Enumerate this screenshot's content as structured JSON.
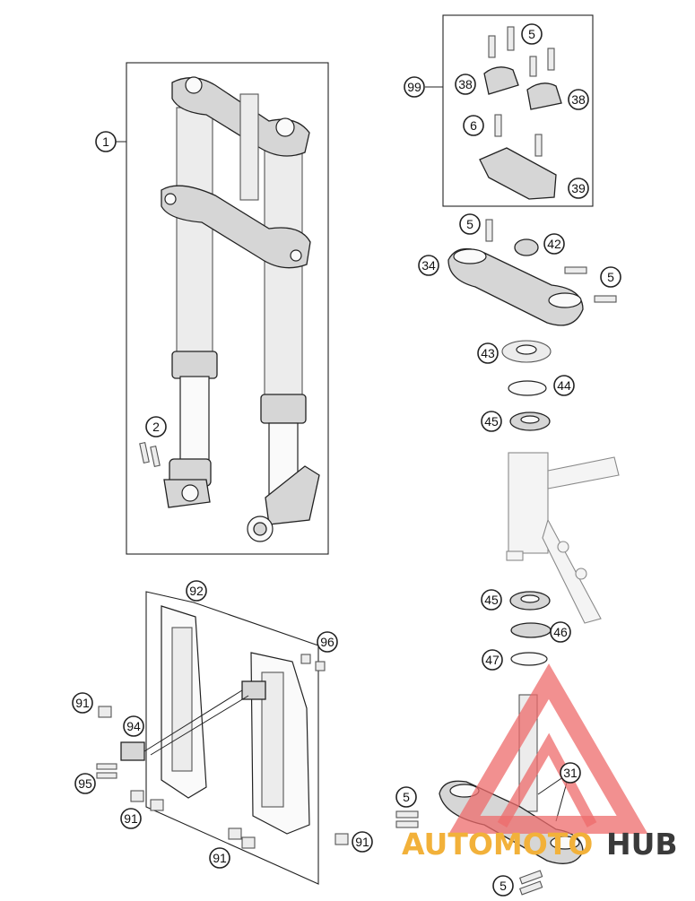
{
  "callouts": [
    {
      "id": "c1",
      "label": "1"
    },
    {
      "id": "c2",
      "label": "2"
    },
    {
      "id": "c5a",
      "label": "5"
    },
    {
      "id": "c38a",
      "label": "38"
    },
    {
      "id": "c38b",
      "label": "38"
    },
    {
      "id": "c6",
      "label": "6"
    },
    {
      "id": "c39",
      "label": "39"
    },
    {
      "id": "c99",
      "label": "99"
    },
    {
      "id": "c5b",
      "label": "5"
    },
    {
      "id": "c42",
      "label": "42"
    },
    {
      "id": "c34",
      "label": "34"
    },
    {
      "id": "c5c",
      "label": "5"
    },
    {
      "id": "c43",
      "label": "43"
    },
    {
      "id": "c44",
      "label": "44"
    },
    {
      "id": "c45a",
      "label": "45"
    },
    {
      "id": "c45b",
      "label": "45"
    },
    {
      "id": "c46",
      "label": "46"
    },
    {
      "id": "c47",
      "label": "47"
    },
    {
      "id": "c31",
      "label": "31"
    },
    {
      "id": "c5d",
      "label": "5"
    },
    {
      "id": "c5e",
      "label": "5"
    },
    {
      "id": "c92",
      "label": "92"
    },
    {
      "id": "c96",
      "label": "96"
    },
    {
      "id": "c91a",
      "label": "91"
    },
    {
      "id": "c94",
      "label": "94"
    },
    {
      "id": "c95",
      "label": "95"
    },
    {
      "id": "c91b",
      "label": "91"
    },
    {
      "id": "c91c",
      "label": "91"
    },
    {
      "id": "c91d",
      "label": "91"
    }
  ],
  "watermark": {
    "word_a": "AUTOMOTO",
    "word_b": "HUB",
    "color_a": "#f2b13a",
    "color_b": "#3a3a3a",
    "triangle_color": "#ee6b6b"
  }
}
